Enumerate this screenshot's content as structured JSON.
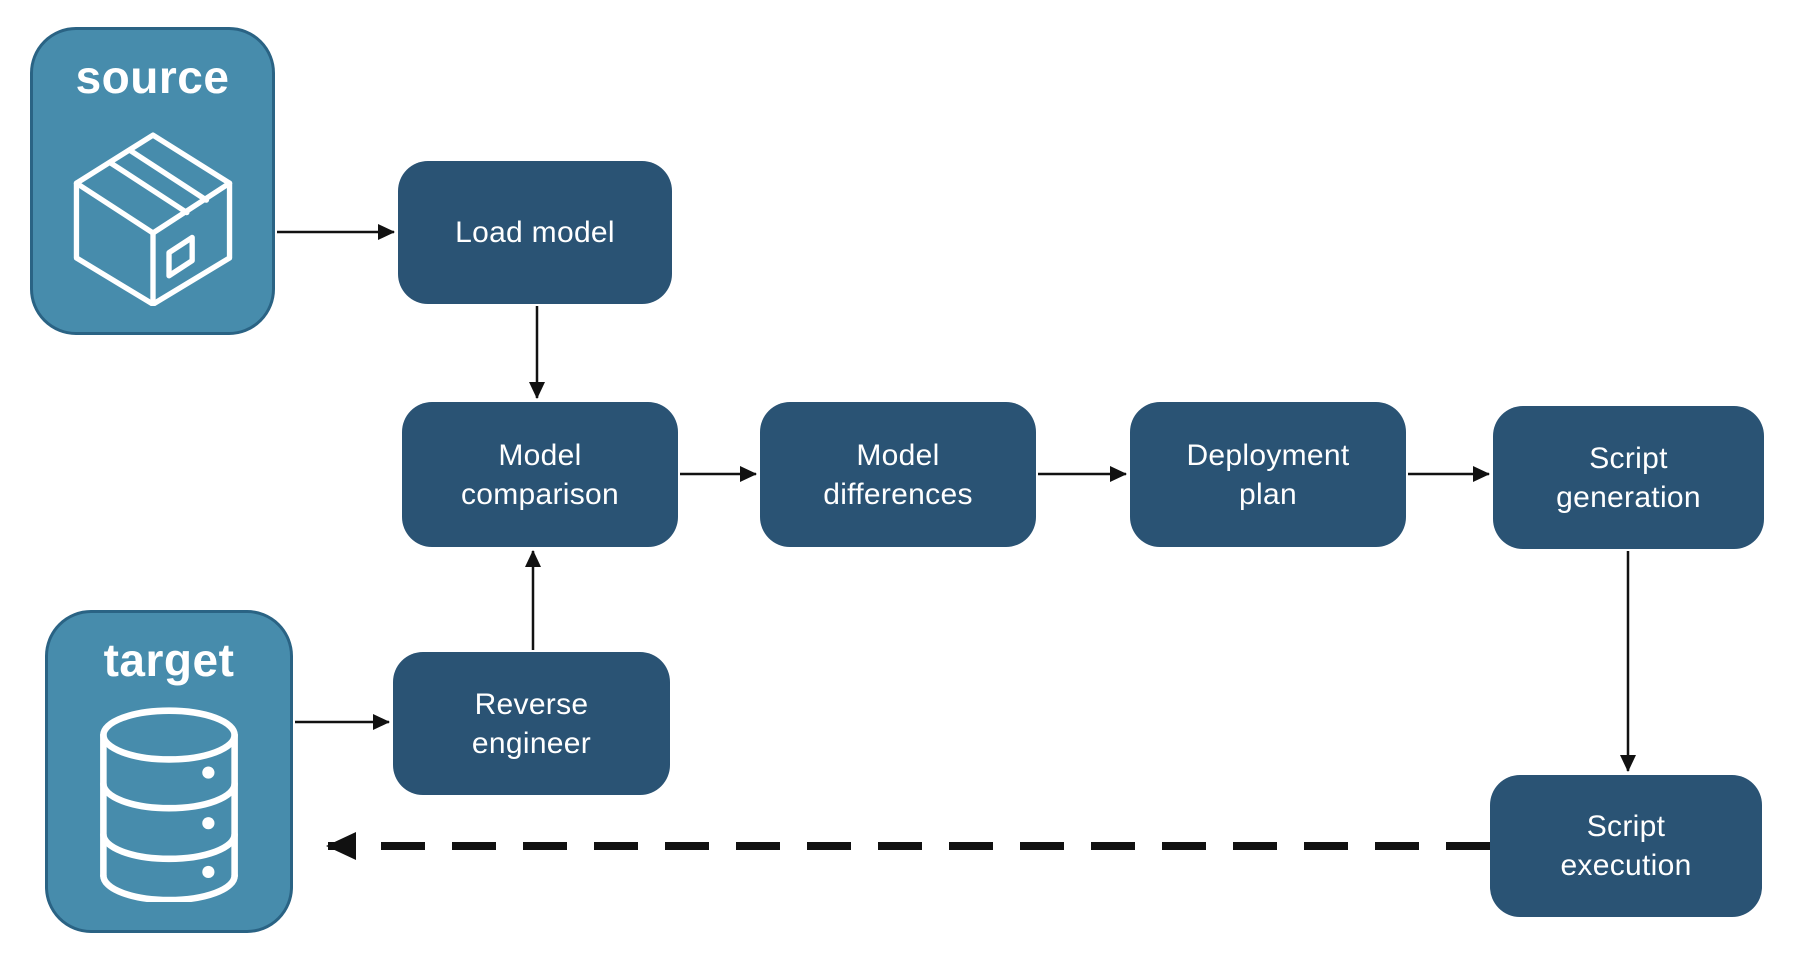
{
  "diagram": {
    "endpoints": [
      {
        "id": "source",
        "label": "source",
        "icon": "package-icon"
      },
      {
        "id": "target",
        "label": "target",
        "icon": "database-icon"
      }
    ],
    "nodes": [
      {
        "id": "load-model",
        "label": "Load model"
      },
      {
        "id": "model-comparison",
        "label": "Model\ncomparison"
      },
      {
        "id": "model-differences",
        "label": "Model\ndifferences"
      },
      {
        "id": "deployment-plan",
        "label": "Deployment\nplan"
      },
      {
        "id": "script-generation",
        "label": "Script\ngeneration"
      },
      {
        "id": "reverse-engineer",
        "label": "Reverse\nengineer"
      },
      {
        "id": "script-execution",
        "label": "Script\nexecution"
      }
    ],
    "edges": [
      {
        "from": "source",
        "to": "load-model",
        "style": "solid"
      },
      {
        "from": "load-model",
        "to": "model-comparison",
        "style": "solid"
      },
      {
        "from": "model-comparison",
        "to": "model-differences",
        "style": "solid"
      },
      {
        "from": "model-differences",
        "to": "deployment-plan",
        "style": "solid"
      },
      {
        "from": "deployment-plan",
        "to": "script-generation",
        "style": "solid"
      },
      {
        "from": "target",
        "to": "reverse-engineer",
        "style": "solid"
      },
      {
        "from": "reverse-engineer",
        "to": "model-comparison",
        "style": "solid"
      },
      {
        "from": "script-generation",
        "to": "script-execution",
        "style": "solid"
      },
      {
        "from": "script-execution",
        "to": "target",
        "style": "dashed"
      }
    ],
    "colors": {
      "node_fill": "#2A5374",
      "node_text": "#FFFFFF",
      "endpoint_fill": "#478CAC",
      "endpoint_border": "#2A6384",
      "endpoint_text": "#FFFFFF",
      "arrow": "#111111",
      "background": "#FFFFFF"
    }
  }
}
